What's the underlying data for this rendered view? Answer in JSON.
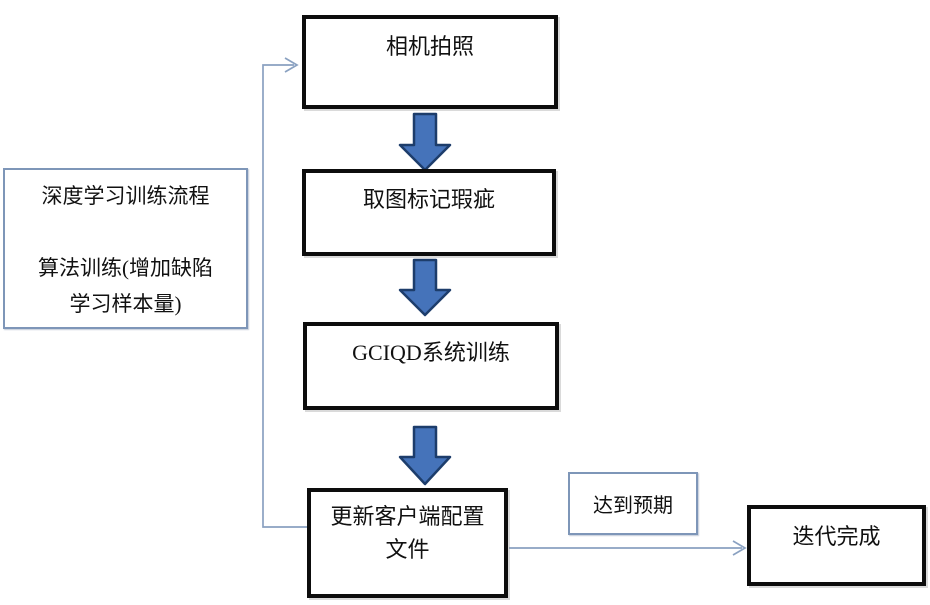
{
  "flowchart": {
    "steps": {
      "camera": "相机拍照",
      "mark_defects": "取图标记瑕疵",
      "system_training": "GCIQD系统训练",
      "update_config": "更新客户端配置\n文件",
      "iteration_done": "迭代完成"
    },
    "side_note": "深度学习训练流程\n\n算法训练(增加缺陷\n学习样本量)",
    "edge_labels": {
      "expectation_met": "达到预期"
    }
  },
  "icons": {
    "down_block_arrow": "⇩",
    "open_arrowhead": "›"
  },
  "colors": {
    "background": "#ffffff",
    "text": "#111111",
    "box_border_strong": "#0d0d0d",
    "box_border_light": "#7e96b8",
    "connector_line": "#8aa1c1",
    "block_arrow_fill": "#4573ba",
    "block_arrow_stroke": "#1d3d6b"
  }
}
